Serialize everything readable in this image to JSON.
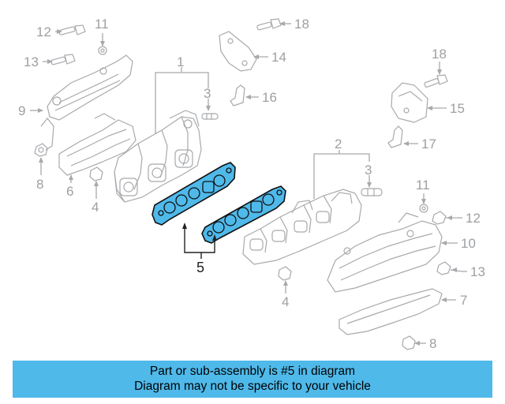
{
  "callouts": {
    "c1": "1",
    "c2": "2",
    "c3a": "3",
    "c3b": "3",
    "c4a": "4",
    "c4b": "4",
    "c5": "5",
    "c6": "6",
    "c7": "7",
    "c8a": "8",
    "c8b": "8",
    "c9": "9",
    "c10": "10",
    "c11a": "11",
    "c11b": "11",
    "c12a": "12",
    "c12b": "12",
    "c13a": "13",
    "c13b": "13",
    "c14": "14",
    "c15": "15",
    "c16": "16",
    "c17": "17",
    "c18a": "18",
    "c18b": "18"
  },
  "banner": {
    "line1": "Part or sub-assembly is #5 in diagram",
    "line2": "Diagram may not be specific to your vehicle"
  },
  "colors": {
    "highlight": "#4fb9ea",
    "line_art": "#a7a9ac"
  }
}
